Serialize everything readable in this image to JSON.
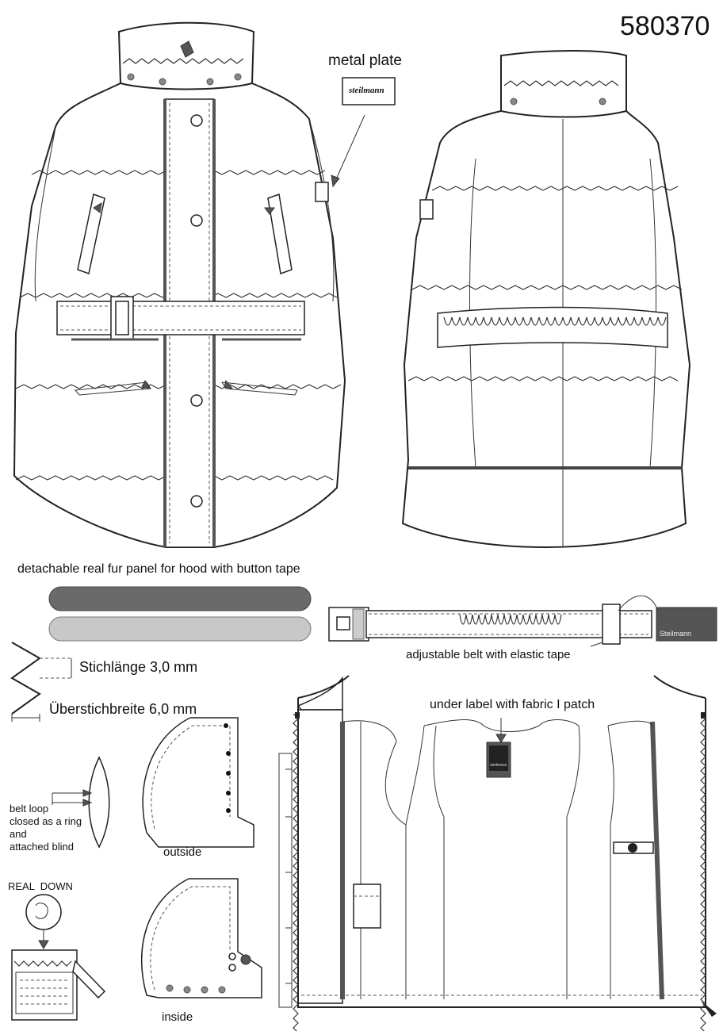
{
  "style_number": "580370",
  "callouts": {
    "metal_plate": "metal plate",
    "metal_plate_brand": "steilmann",
    "fur_panel": "detachable real fur panel for hood with button tape",
    "belt": "adjustable belt with elastic tape",
    "belt_brand": "Steilmann",
    "stitch_length": "Stichlänge 3,0 mm",
    "overstitch_width": "Überstichbreite 6,0 mm",
    "under_label": "under label with fabric I patch",
    "label_brand": "steilmann",
    "belt_loop_1": "belt loop",
    "belt_loop_2": "closed as a ring",
    "belt_loop_3": "and",
    "belt_loop_4": "attached blind",
    "hood_outside": "outside",
    "hood_inside": "inside",
    "real_down": "REAL  DOWN"
  },
  "colors": {
    "fur_dark": "#6a6a6a",
    "fur_light": "#c8c8c8",
    "line": "#222222",
    "accent_dark": "#555555"
  }
}
